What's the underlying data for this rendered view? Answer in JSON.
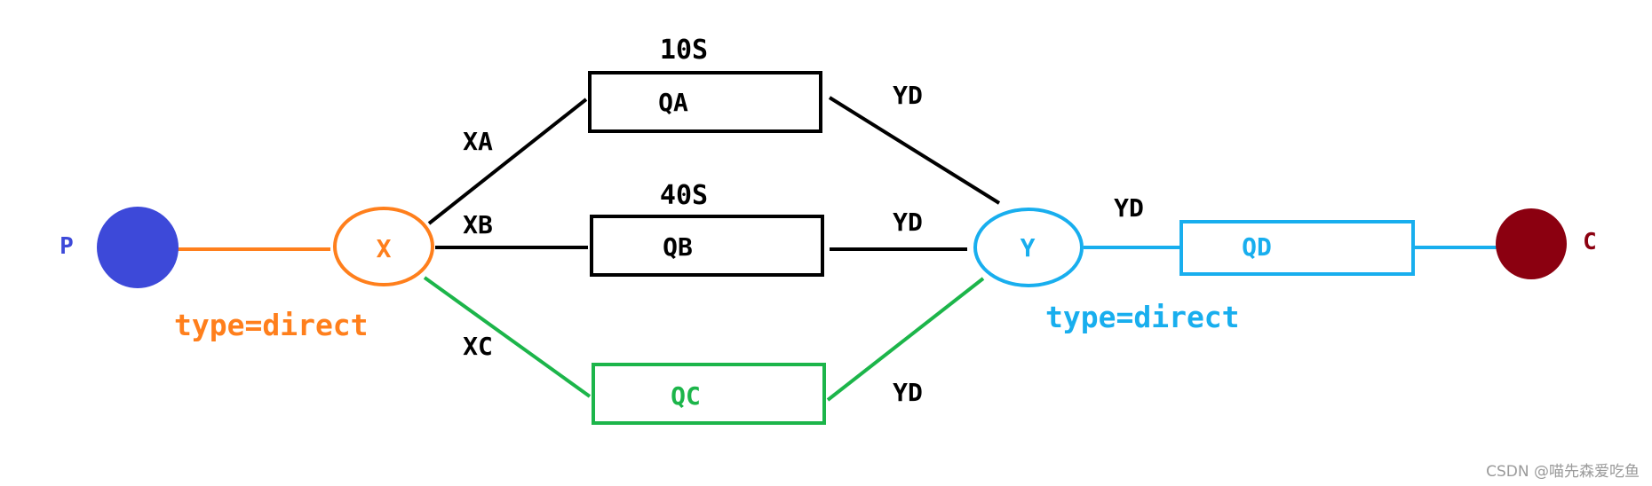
{
  "colors": {
    "producer": "#3d49d9",
    "exchange_x": "#ff7f1c",
    "exchange_y": "#18aeee",
    "consumer": "#8b0010",
    "queue_c": "#1cb54a",
    "edge": "#000000",
    "watermark": "#9a9a9a"
  },
  "nodes": {
    "producer": {
      "label": "P"
    },
    "exchange_x": {
      "label": "X",
      "type_label": "type=direct"
    },
    "exchange_y": {
      "label": "Y",
      "type_label": "type=direct"
    },
    "consumer": {
      "label": "C"
    }
  },
  "queues": {
    "qa": {
      "label": "QA",
      "ttl": "10S"
    },
    "qb": {
      "label": "QB",
      "ttl": "40S"
    },
    "qc": {
      "label": "QC"
    },
    "qd": {
      "label": "QD"
    }
  },
  "routing_keys": {
    "x_to_qa": "XA",
    "x_to_qb": "XB",
    "x_to_qc": "XC",
    "qa_to_y": "YD",
    "qb_to_y": "YD",
    "qc_to_y": "YD",
    "y_to_qd": "YD"
  },
  "watermark": "CSDN @喵先森爱吃鱼"
}
